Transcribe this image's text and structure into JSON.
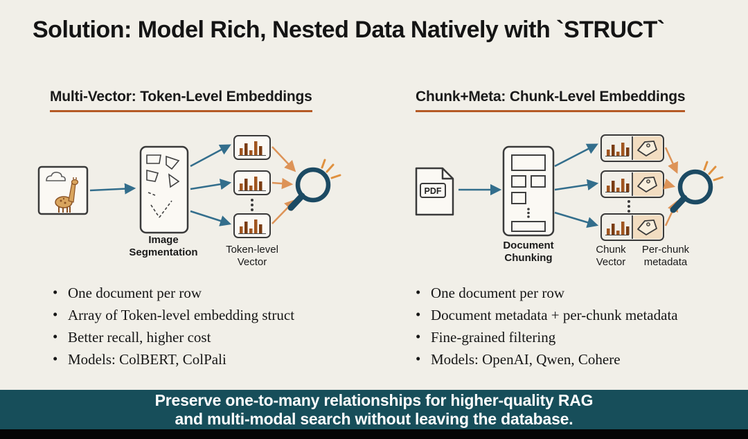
{
  "title": "Solution: Model Rich, Nested Data Natively with `STRUCT`",
  "left": {
    "header": "Multi-Vector: Token-Level Embeddings",
    "seg_label": "Image Segmentation",
    "vector_label": "Token-level Vector",
    "bullets": [
      "One document per row",
      "Array of Token-level embedding struct",
      "Better recall, higher cost",
      "Models: ColBERT, ColPali"
    ]
  },
  "right": {
    "header": "Chunk+Meta: Chunk-Level Embeddings",
    "pdf_label": "PDF",
    "chunking_label": "Document Chunking",
    "chunk_vector_label": "Chunk Vector",
    "metadata_label": "Per-chunk metadata",
    "bullets": [
      "One document per row",
      "Document metadata + per-chunk metadata",
      "Fine-grained filtering",
      "Models: OpenAI, Qwen, Cohere"
    ]
  },
  "footer": {
    "line1": "Preserve one-to-many relationships for higher-quality RAG",
    "line2": "and multi-modal search without leaving the database."
  },
  "colors": {
    "background": "#f1efe8",
    "header_underline_orange": "#b55a25",
    "arrow_teal": "#336e8c",
    "arrow_orange": "#dd9357",
    "magnifier_navy": "#1c4a63",
    "bar_brown": "#a0551f",
    "bar_brown_dark": "#7a3c12",
    "tag_tan": "#f2ddc1",
    "footer_bg": "#174e5a",
    "text_dark": "#1a1a1a"
  }
}
